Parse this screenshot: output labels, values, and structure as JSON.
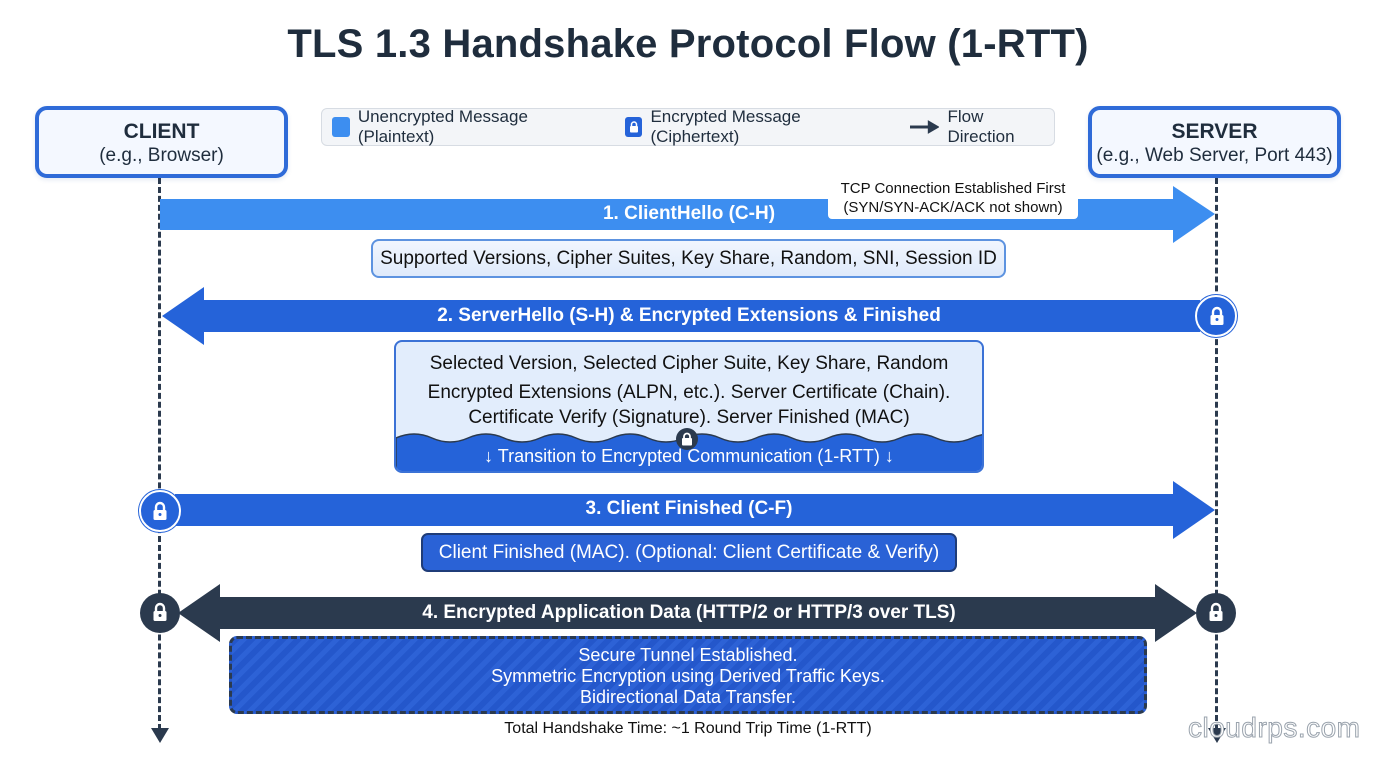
{
  "title": "TLS 1.3 Handshake Protocol Flow (1-RTT)",
  "parties": {
    "client": {
      "name": "CLIENT",
      "subtitle": "(e.g., Browser)"
    },
    "server": {
      "name": "SERVER",
      "subtitle": "(e.g., Web Server, Port 443)"
    }
  },
  "legend": {
    "unencrypted": "Unencrypted Message (Plaintext)",
    "encrypted": "Encrypted Message (Ciphertext)",
    "flow": "Flow Direction"
  },
  "colors": {
    "plaintext_blue": "#3d8ef0",
    "encrypted_blue": "#2563d9",
    "dark_navy": "#2b3a4e",
    "party_border": "#2f6bd8"
  },
  "messages": [
    {
      "step": 1,
      "label": "1. ClientHello (C-H)",
      "direction": "client-to-server",
      "encrypted": false,
      "detail": "Supported Versions, Cipher Suites, Key Share, Random, SNI, Session ID"
    },
    {
      "step": 2,
      "label": "2. ServerHello (S-H) & Encrypted Extensions & Finished",
      "direction": "server-to-client",
      "encrypted": true,
      "detail_lines": [
        "Selected Version, Selected Cipher Suite, Key Share, Random",
        "Encrypted Extensions (ALPN, etc.). Server Certificate (Chain).",
        "Certificate Verify (Signature). Server Finished (MAC)"
      ],
      "transition": "↓ Transition to Encrypted Communication (1-RTT) ↓"
    },
    {
      "step": 3,
      "label": "3. Client Finished (C-F)",
      "direction": "client-to-server",
      "encrypted": true,
      "detail": "Client Finished (MAC). (Optional: Client Certificate & Verify)"
    },
    {
      "step": 4,
      "label": "4. Encrypted Application Data (HTTP/2 or HTTP/3 over TLS)",
      "direction": "bidirectional",
      "encrypted": true,
      "detail_lines": [
        "Secure Tunnel Established.",
        "Symmetric Encryption using Derived Traffic Keys.",
        "Bidirectional Data Transfer."
      ]
    }
  ],
  "tcp_note": {
    "line1": "TCP Connection Established First",
    "line2": "(SYN/SYN-ACK/ACK not shown)"
  },
  "footnote": "Total Handshake Time: ~1 Round Trip Time (1-RTT)",
  "watermark": "cloudrps.com",
  "icons": {
    "lock": "lock-icon",
    "arrow": "arrow-right-icon"
  }
}
